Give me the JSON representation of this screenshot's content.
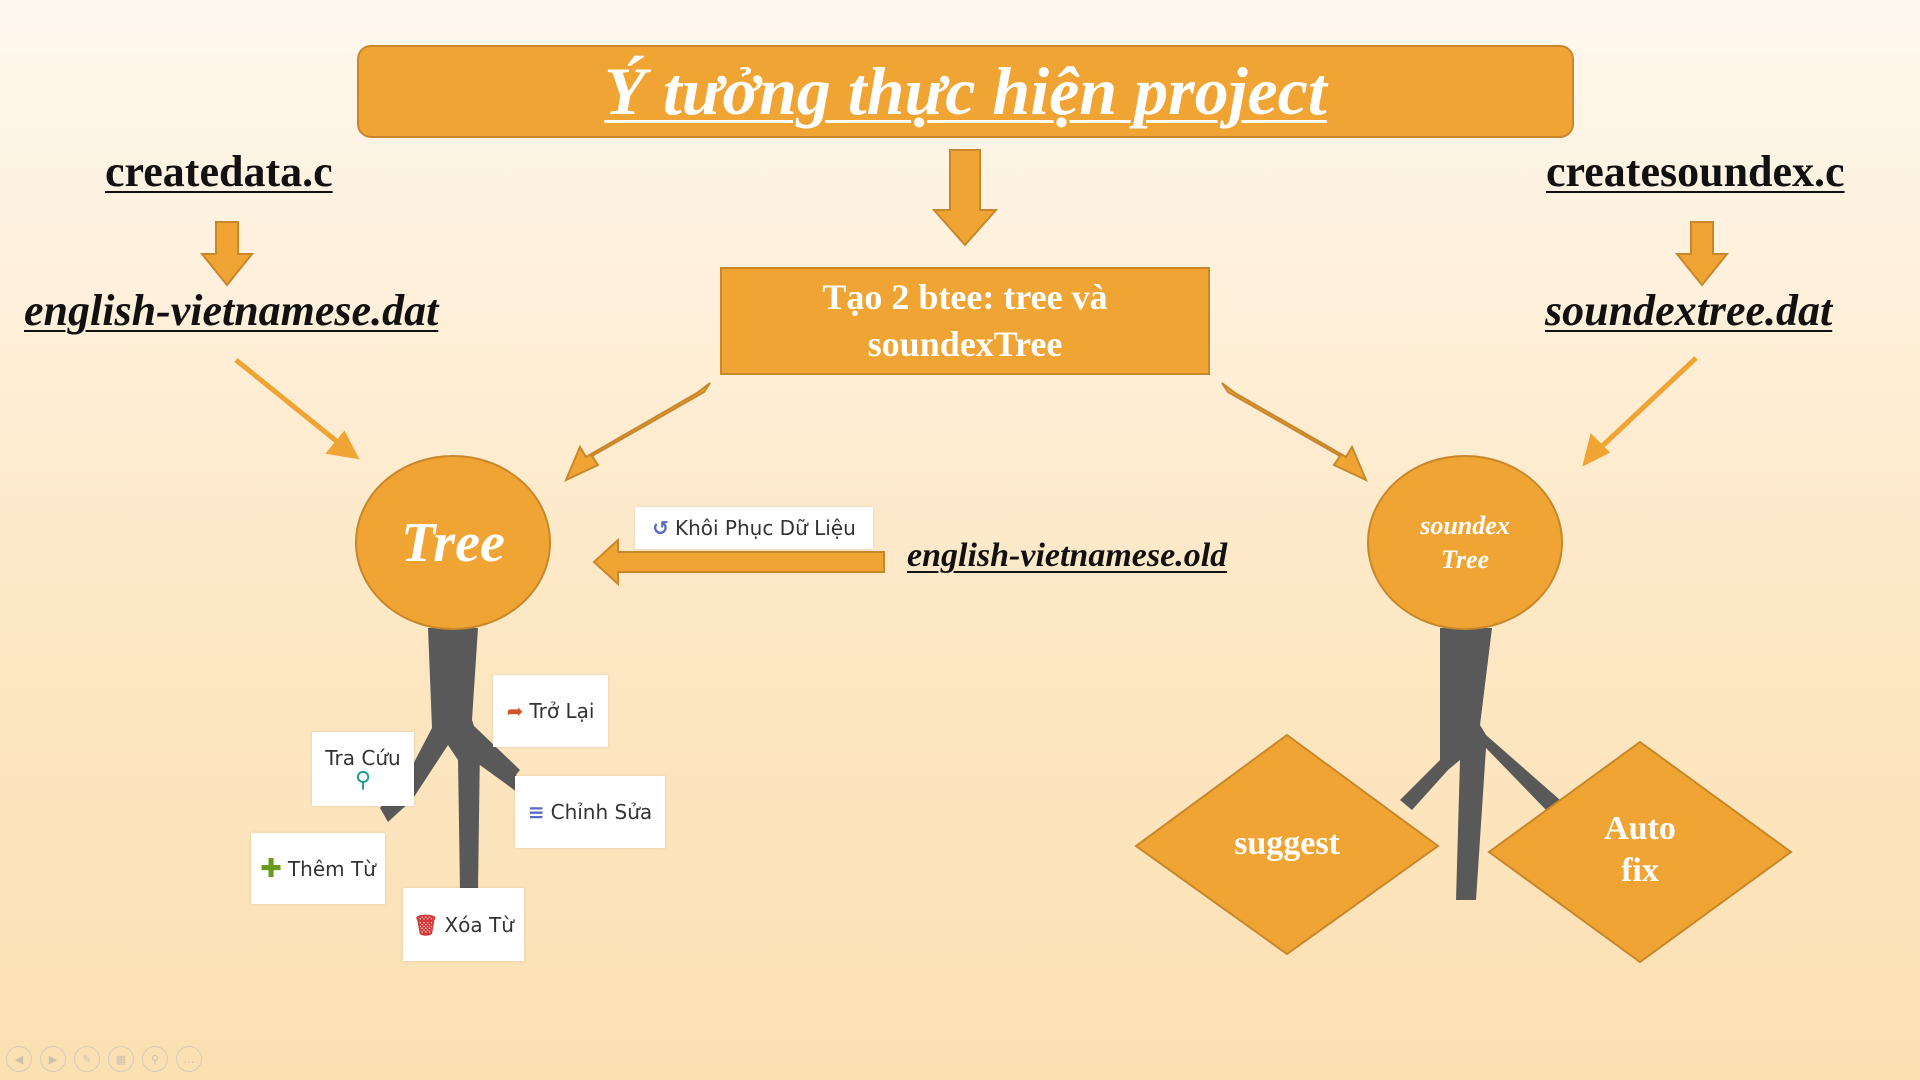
{
  "title": "Ý tưởng thực hiện project",
  "files": {
    "createdata": "createdata.c",
    "createsoundex": "createsoundex.c",
    "english_dat": "english-vietnamese.dat",
    "soundex_dat": "soundextree.dat",
    "english_old": "english-vietnamese.old"
  },
  "center_box": {
    "line1": "Tạo 2 btee: tree và",
    "line2": "soundexTree"
  },
  "tree": {
    "label": "Tree"
  },
  "soundex_tree": {
    "line1": "soundex",
    "line2": "Tree"
  },
  "diamonds": {
    "suggest": "suggest",
    "autofix_line1": "Auto",
    "autofix_line2": "fix"
  },
  "buttons": {
    "khoiphuc": "Khôi Phục Dữ Liệu",
    "trolai": "Trở Lại",
    "tracuu": "Tra Cứu",
    "chinhsua": "Chỉnh Sửa",
    "themtu": "Thêm Từ",
    "xoatu": "Xóa Từ"
  },
  "colors": {
    "node_fill": "#f0a433",
    "node_border": "#c9872b",
    "branch": "#595959",
    "icon_restore": "#5a6bc4",
    "icon_back": "#d2552a",
    "icon_search": "#1a9c8c",
    "icon_edit": "#5a6bc4",
    "icon_add": "#6a9a1f",
    "icon_delete": "#d23a3a"
  },
  "icons": [
    "restore-icon",
    "undo-arrow-icon",
    "search-icon",
    "edit-icon",
    "plus-icon",
    "trash-icon"
  ]
}
